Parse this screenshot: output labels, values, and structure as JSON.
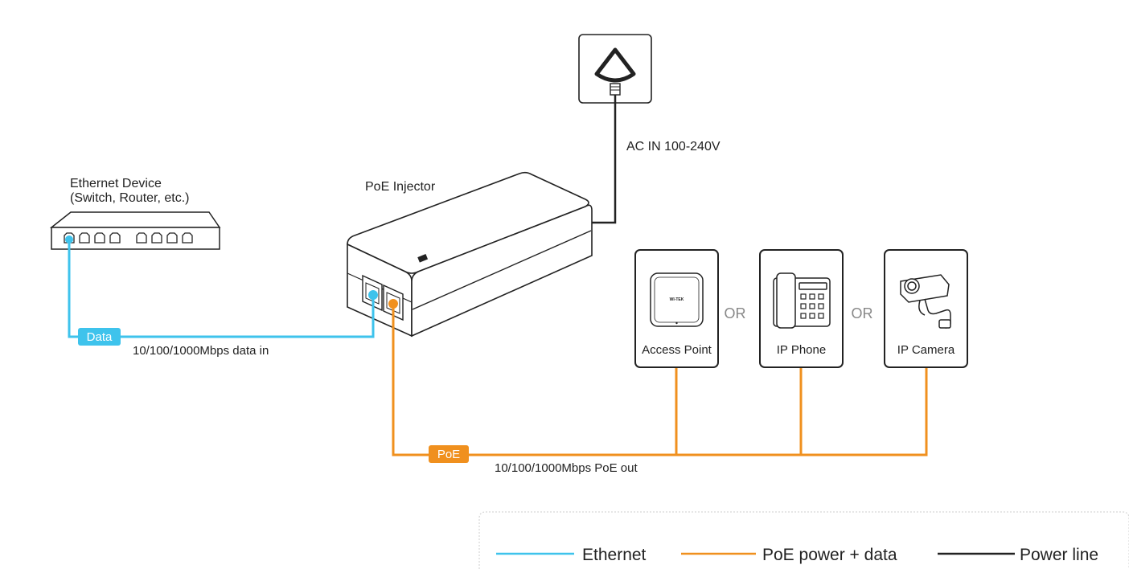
{
  "labels": {
    "ethernet_device_line1": "Ethernet Device",
    "ethernet_device_line2": "(Switch, Router, etc.)",
    "poe_injector": "PoE Injector",
    "ac_in": "AC IN 100-240V",
    "data_in": "10/100/1000Mbps data in",
    "poe_out": "10/100/1000Mbps PoE out",
    "data_tag": "Data",
    "poe_tag": "PoE",
    "or1": "OR",
    "or2": "OR",
    "access_point": "Access Point",
    "ip_phone": "IP Phone",
    "ip_camera": "IP Camera",
    "ap_logo": "WI-TEK"
  },
  "legend": {
    "ethernet": "Ethernet",
    "poe": "PoE power + data",
    "power": "Power line"
  },
  "colors": {
    "ethernet": "#3ec3ec",
    "poe": "#f0901e",
    "power": "#222222"
  }
}
